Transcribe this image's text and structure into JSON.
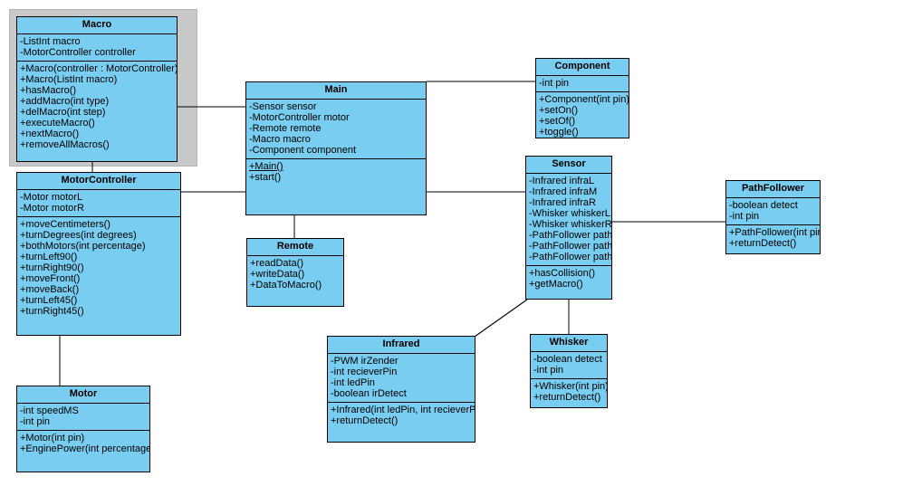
{
  "diagram": {
    "kind": "uml-class-diagram",
    "background": "#ffffff",
    "class_fill": "#79cdf0",
    "class_border": "#000000",
    "selection_frame": "#c8c8c8"
  },
  "classes": {
    "macro": {
      "name": "Macro",
      "attributes": [
        "-ListInt macro",
        "-MotorController controller"
      ],
      "operations": [
        "+Macro(controller : MotorController)",
        "+Macro(ListInt macro)",
        "+hasMacro()",
        "+addMacro(int type)",
        "+delMacro(int step)",
        "+executeMacro()",
        "+nextMacro()",
        "+removeAllMacros()"
      ]
    },
    "motorcontroller": {
      "name": "MotorController",
      "attributes": [
        "-Motor motorL",
        "-Motor motorR"
      ],
      "operations": [
        "+moveCentimeters()",
        "+turnDegrees(int degrees)",
        "+bothMotors(int percentage)",
        "+turnLeft90()",
        "+turnRight90()",
        "+moveFront()",
        "+moveBack()",
        "+turnLeft45()",
        "+turnRight45()"
      ]
    },
    "motor": {
      "name": "Motor",
      "attributes": [
        "-int speedMS",
        "-int pin"
      ],
      "operations": [
        "+Motor(int pin)",
        "+EnginePower(int percentage)"
      ]
    },
    "main": {
      "name": "Main",
      "attributes": [
        "-Sensor sensor",
        "-MotorController motor",
        "-Remote remote",
        "-Macro macro",
        "-Component component"
      ],
      "operations": [
        "+Main()",
        "+start()"
      ],
      "static_operations": [
        "+Main()"
      ]
    },
    "remote": {
      "name": "Remote",
      "attributes": [],
      "operations": [
        "+readData()",
        "+writeData()",
        "+DataToMacro()"
      ]
    },
    "component": {
      "name": "Component",
      "attributes": [
        "-int pin"
      ],
      "operations": [
        "+Component(int pin)",
        "+setOn()",
        "+setOf()",
        "+toggle()"
      ]
    },
    "sensor": {
      "name": "Sensor",
      "attributes": [
        "-Infrared infraL",
        "-Infrared infraM",
        "-Infrared infraR",
        "-Whisker whiskerL",
        "-Whisker whiskerR",
        "-PathFollower pathL",
        "-PathFollower pathM",
        "-PathFollower pathR"
      ],
      "operations": [
        "+hasCollision()",
        "+getMacro()"
      ]
    },
    "pathfollower": {
      "name": "PathFollower",
      "attributes": [
        "-boolean detect",
        "-int pin"
      ],
      "operations": [
        "+PathFollower(int pin)",
        "+returnDetect()"
      ]
    },
    "infrared": {
      "name": "Infrared",
      "attributes": [
        "-PWM irZender",
        "-int recieverPin",
        "-int ledPin",
        "-boolean irDetect"
      ],
      "operations": [
        "+Infrared(int ledPin, int recieverPin)",
        "+returnDetect()"
      ]
    },
    "whisker": {
      "name": "Whisker",
      "attributes": [
        "-boolean detect",
        "-int pin"
      ],
      "operations": [
        "+Whisker(int pin)",
        "+returnDetect()"
      ]
    }
  },
  "associations": [
    {
      "from": "macro",
      "to": "main"
    },
    {
      "from": "macro",
      "to": "motorcontroller"
    },
    {
      "from": "motorcontroller",
      "to": "main"
    },
    {
      "from": "motorcontroller",
      "to": "motor"
    },
    {
      "from": "main",
      "to": "component"
    },
    {
      "from": "main",
      "to": "remote"
    },
    {
      "from": "main",
      "to": "sensor"
    },
    {
      "from": "sensor",
      "to": "pathfollower"
    },
    {
      "from": "sensor",
      "to": "infrared"
    },
    {
      "from": "sensor",
      "to": "whisker"
    }
  ]
}
